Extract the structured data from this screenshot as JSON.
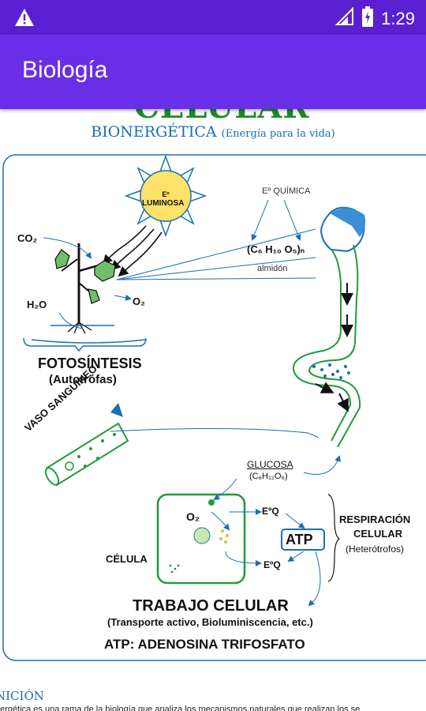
{
  "status_bar": {
    "time": "1:29"
  },
  "app_bar": {
    "title": "Biología"
  },
  "doc": {
    "cut_title": "CELULAR",
    "subtitle_main": "BIONERGÉTICA",
    "subtitle_paren": "(Energía para la vida)",
    "labels": {
      "sun": [
        "Eº",
        "LUMINOSA"
      ],
      "chem_energy": "Eº QUÍMICA",
      "formula": "(C₆ H₁₀ O₅)ₙ",
      "starch": "almidón",
      "co2": "CO₂",
      "h2o": "H₂O",
      "o2_plant": "O₂",
      "photosynthesis": "FOTOSÍNTESIS",
      "autotrophs": "(Autotrófas)",
      "blood_vessel": "VASO SANGUÍNEO",
      "glucose": "GLUCOSA",
      "glucose_formula": "(C₆H₁₂O₆)",
      "o2_cell": "O₂",
      "eq1": "EºQ",
      "eq2": "EºQ",
      "atp": "ATP",
      "respiration_1": "RESPIRACIÓN",
      "respiration_2": "CELULAR",
      "heterotrophs": "(Heterótrofos)",
      "cell": "CÉLULA",
      "work": "TRABAJO CELULAR",
      "work_examples": "(Transporte activo, Bioluminiscencia, etc.)",
      "atp_full": "ATP: ADENOSINA TRIFOSFATO"
    },
    "section_heading": "NICIÓN",
    "section_text": "nergética es una rama de la biología que analiza los mecanismos naturales que realizan los se"
  },
  "colors": {
    "status_bar": "#5a1fd1",
    "app_bar": "#6a2ee8",
    "green": "#1e9c3c",
    "blue": "#1a6fb5"
  }
}
